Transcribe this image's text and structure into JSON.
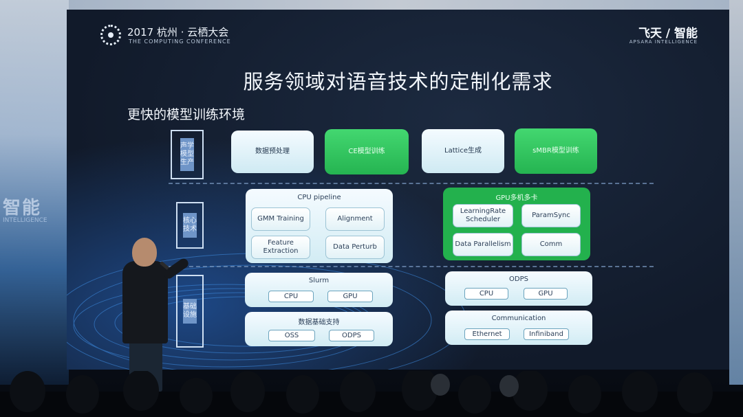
{
  "conference": {
    "title": "2017 杭州 · 云栖大会",
    "subtitle": "THE COMPUTING CONFERENCE"
  },
  "brand": {
    "name": "飞天 / 智能",
    "subtitle": "APSARA INTELLIGENCE"
  },
  "background_sign": {
    "text": "智能",
    "subtext": "INTELLIGENCE"
  },
  "slide": {
    "title": "服务领域对语音技术的定制化需求",
    "subtitle": "更快的模型训练环境",
    "categories": [
      "声学模型生产",
      "核心技术",
      "基础设施"
    ],
    "production_steps": [
      "数据预处理",
      "CE模型训练",
      "Lattice生成",
      "sMBR模型训练"
    ],
    "cpu_pipeline": {
      "title": "CPU pipeline",
      "items": [
        "GMM Training",
        "Alignment",
        "Feature Extraction",
        "Data Perturb"
      ]
    },
    "gpu_multi": {
      "title": "GPU多机多卡",
      "items": [
        "LearningRate Scheduler",
        "ParamSync",
        "Data Parallelism",
        "Comm"
      ]
    },
    "slurm": {
      "title": "Slurm",
      "items": [
        "CPU",
        "GPU"
      ]
    },
    "odps": {
      "title": "ODPS",
      "items": [
        "CPU",
        "GPU"
      ]
    },
    "data_support": {
      "title": "数据基础支持",
      "items": [
        "OSS",
        "ODPS"
      ]
    },
    "communication": {
      "title": "Communication",
      "items": [
        "Ethernet",
        "Infiniband"
      ]
    }
  },
  "colors": {
    "accent_green": "#25b451",
    "box_light": "#d2ecf4",
    "category_fill": "#6f95c8",
    "slide_bg": "#111a2a"
  }
}
